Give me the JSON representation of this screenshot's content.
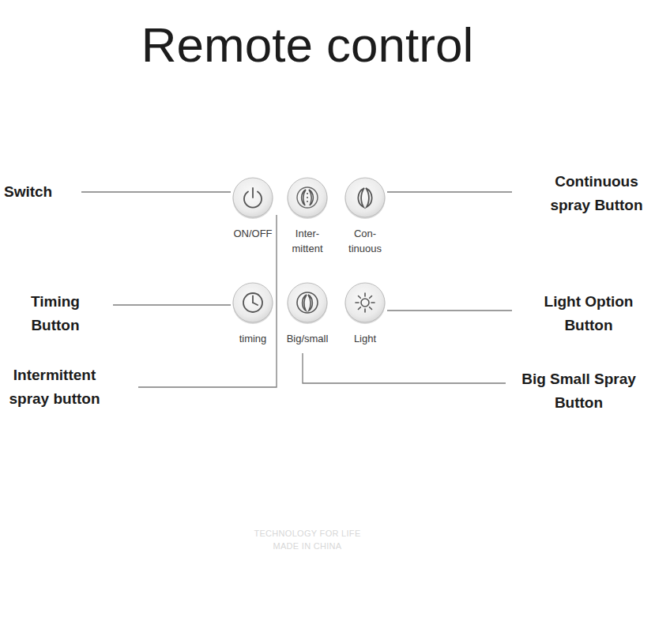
{
  "diagram": {
    "title": "Remote control",
    "nodes": [
      {
        "text": [
          "TECHNOLOGY FOR LIFE",
          "MADE IN CHINA"
        ]
      },
      {
        "text": [
          "ON/OFF"
        ],
        "in": 0
      },
      {
        "text": [
          "Inter- mittent"
        ],
        "in": 0
      },
      {
        "text": [
          "Con- tinuous"
        ],
        "in": 0
      },
      {
        "text": [
          "timing"
        ],
        "in": 0
      },
      {
        "text": [
          "Big/small"
        ],
        "in": 0
      },
      {
        "text": [
          "Light"
        ],
        "in": 0
      }
    ],
    "labels": [
      "Switch",
      "Continuous spray Button",
      "Timing Button",
      "Light Option Button",
      "Intermittent spray button",
      "Big Small Spray Button"
    ]
  }
}
